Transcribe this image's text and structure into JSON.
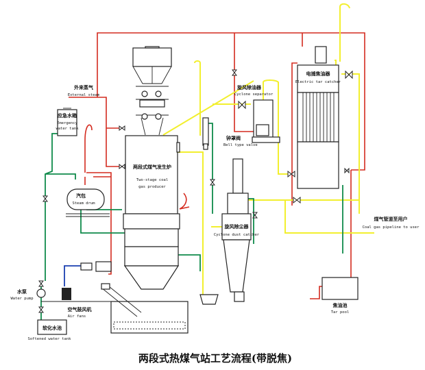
{
  "title": "两段式热煤气站工艺流程(带脱焦)",
  "colors": {
    "steam": "#d42a1e",
    "gas": "#f2ef2e",
    "water": "#0e8a4a",
    "air": "#1a3fb0",
    "equipment": "#222222"
  },
  "labels": {
    "external_steam": {
      "cn": "外来蒸气",
      "en": "External steam"
    },
    "emergency_tank": {
      "cn": "应急水箱",
      "en1": "Emergency",
      "en2": "water tank"
    },
    "steam_drum": {
      "cn": "汽包",
      "en": "Steam drum"
    },
    "gas_producer": {
      "cn": "两段式煤气发生炉",
      "en1": "Two-stage coal",
      "en2": "gas producer"
    },
    "cyclone_separator": {
      "cn": "旋风除油器",
      "en": "Cyclone separator"
    },
    "bell_valve": {
      "cn": "钟罩阀",
      "en": "Bell type valve"
    },
    "electric_tar_catcher": {
      "cn": "电捕焦油器",
      "en": "Electric tar catcher"
    },
    "cyclone_dust_catcher": {
      "cn": "旋风除尘器",
      "en": "Cyclone dust catcher"
    },
    "pipeline_to_user": {
      "cn": "煤气管道至用户",
      "en": "Coal gas pipeline to user"
    },
    "tar_pool": {
      "cn": "焦油池",
      "en": "Tar pool"
    },
    "water_pump": {
      "cn": "水泵",
      "en": "Water pump"
    },
    "air_fans": {
      "cn": "空气鼓风机",
      "en": "Air fans"
    },
    "softened_tank": {
      "cn": "软化水池",
      "en": "Softened water tank"
    }
  }
}
